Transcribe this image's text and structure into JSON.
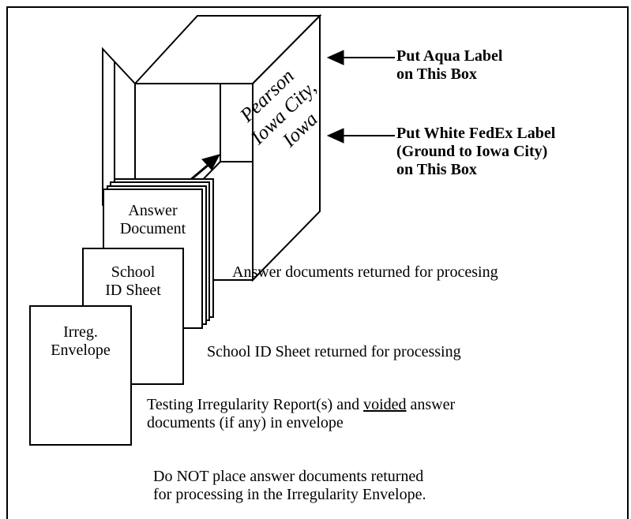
{
  "box": {
    "side_text": [
      "Pearson",
      "Iowa City,",
      "Iowa"
    ]
  },
  "callouts": {
    "aqua_label": [
      "Put Aqua Label",
      "on This Box"
    ],
    "fedex_label": [
      "Put White FedEx Label",
      "(Ground to Iowa City)",
      "on This Box"
    ]
  },
  "documents": {
    "answer_document": [
      "Answer",
      "Document"
    ],
    "school_id_sheet": [
      "School",
      "ID Sheet"
    ],
    "irreg_envelope": [
      "Irreg.",
      "Envelope"
    ]
  },
  "captions": {
    "answer_docs": "Answer documents returned for procesing",
    "school_id": "School ID Sheet returned for processing",
    "irregularity_line1_pre": "Testing Irregularity Report(s) and ",
    "irregularity_line1_underlined": "voided",
    "irregularity_line1_post": " answer",
    "irregularity_line2": "documents (if any) in envelope"
  },
  "footer": [
    "Do NOT place answer documents returned",
    "for processing in the Irregularity Envelope."
  ]
}
